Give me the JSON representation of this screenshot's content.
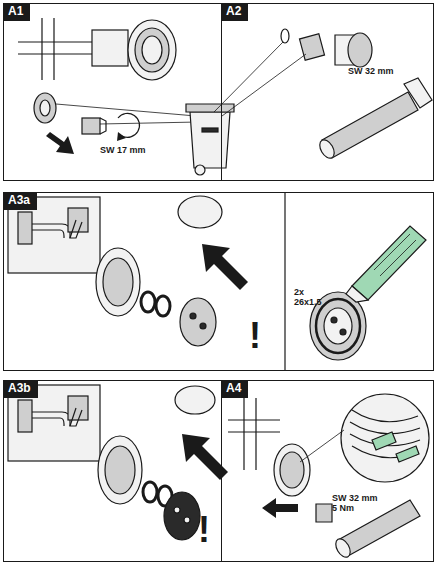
{
  "diagram": {
    "nodes": [
      {
        "text": [
          "A1",
          "SW 17 mm"
        ]
      },
      {
        "text": [
          "A2",
          "SW 32 mm"
        ]
      },
      {
        "text": [
          "A3a",
          "!",
          "2x 26x1,5"
        ]
      },
      {
        "text": [
          "A3b",
          "!"
        ]
      },
      {
        "text": [
          "A4",
          "SW 32 mm 5 Nm"
        ]
      }
    ]
  }
}
